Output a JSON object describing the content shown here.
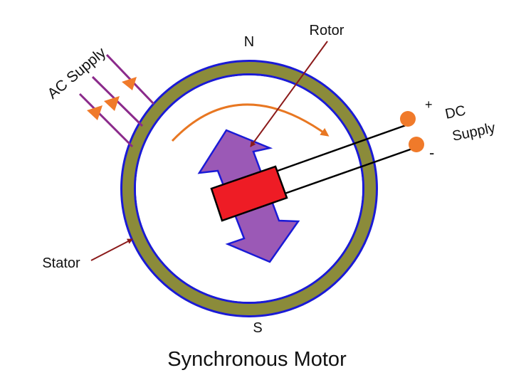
{
  "title": "Synchronous Motor",
  "labels": {
    "north": "N",
    "south": "S",
    "rotor": "Rotor",
    "stator": "Stator",
    "ac_supply": "AC Supply",
    "dc_supply_line1": "DC",
    "dc_supply_line2": "Supply",
    "plus": "+",
    "minus": "-"
  },
  "colors": {
    "stator_ring": "#8b8b3a",
    "stator_border": "#1a1ad6",
    "rotor_arrow": "#9b59b6",
    "rotor_arrow_border": "#1a1ad6",
    "rotor_block": "#ee1c25",
    "rotation_arrow": "#e87722",
    "terminal": "#f07a2a",
    "pointer_arrow": "#8b1a1a",
    "ac_lines": "#8b2a8b",
    "ac_arrowheads": "#f07a2a"
  }
}
